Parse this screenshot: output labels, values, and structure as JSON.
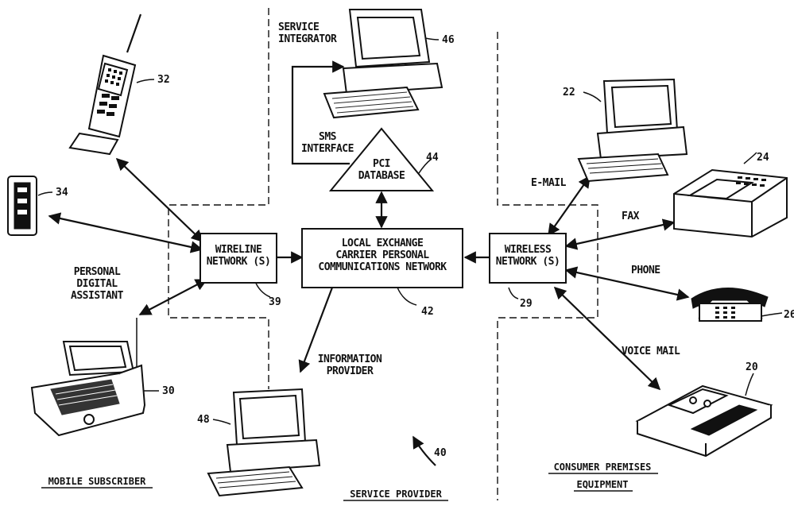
{
  "nodes": {
    "service_integrator": "SERVICE\nINTEGRATOR",
    "sms_interface": "SMS\nINTERFACE",
    "pci_database": "PCI\nDATABASE",
    "wireline_network": "WIRELINE\nNETWORK (S)",
    "lec_network": "LOCAL EXCHANGE\nCARRIER PERSONAL\nCOMMUNICATIONS NETWORK",
    "wireless_network": "WIRELESS\nNETWORK (S)",
    "personal_digital_assistant": "PERSONAL\nDIGITAL\nASSISTANT",
    "information_provider": "INFORMATION\nPROVIDER",
    "email": "E-MAIL",
    "fax": "FAX",
    "phone": "PHONE",
    "voice_mail": "VOICE MAIL"
  },
  "refs": {
    "r46": "46",
    "r32": "32",
    "r34": "34",
    "r44": "44",
    "r22": "22",
    "r24": "24",
    "r39": "39",
    "r42": "42",
    "r29": "29",
    "r26": "26",
    "r30": "30",
    "r20": "20",
    "r48": "48",
    "r40": "40"
  },
  "sections": {
    "mobile_subscriber": "MOBILE SUBSCRIBER",
    "service_provider": "SERVICE PROVIDER",
    "consumer_premises": "CONSUMER PREMISES\nEQUIPMENT"
  }
}
